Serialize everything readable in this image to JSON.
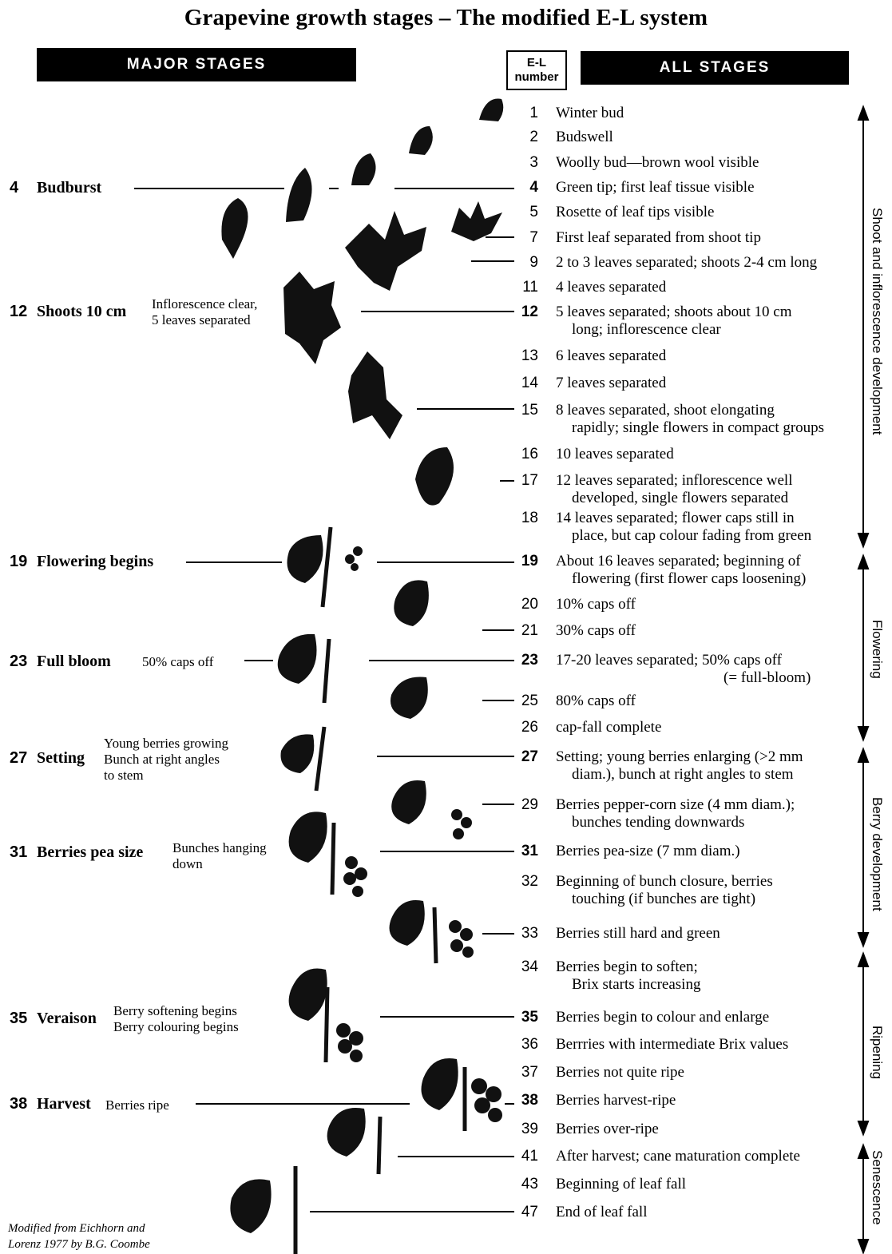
{
  "title": "Grapevine growth stages – The modified E-L system",
  "headers": {
    "major": "MAJOR STAGES",
    "el_line1": "E-L",
    "el_line2": "number",
    "all": "ALL STAGES"
  },
  "major_stages": [
    {
      "num": "4",
      "name": "Budburst",
      "note1": "",
      "note2": "",
      "note3": ""
    },
    {
      "num": "12",
      "name": "Shoots 10 cm",
      "note1": "Inflorescence clear,",
      "note2": "5 leaves separated",
      "note3": ""
    },
    {
      "num": "19",
      "name": "Flowering begins",
      "note1": "",
      "note2": "",
      "note3": ""
    },
    {
      "num": "23",
      "name": "Full bloom",
      "note1": "50% caps off",
      "note2": "",
      "note3": ""
    },
    {
      "num": "27",
      "name": "Setting",
      "note1": "Young berries growing",
      "note2": "Bunch at right angles",
      "note3": "to stem"
    },
    {
      "num": "31",
      "name": "Berries pea size",
      "note1": "Bunches hanging",
      "note2": "down",
      "note3": ""
    },
    {
      "num": "35",
      "name": "Veraison",
      "note1": "Berry softening begins",
      "note2": "Berry colouring begins",
      "note3": ""
    },
    {
      "num": "38",
      "name": "Harvest",
      "note1": "Berries ripe",
      "note2": "",
      "note3": ""
    }
  ],
  "stages": [
    {
      "num": "1",
      "text": "Winter bud",
      "cont": "",
      "major": false
    },
    {
      "num": "2",
      "text": "Budswell",
      "cont": "",
      "major": false
    },
    {
      "num": "3",
      "text": "Woolly bud—brown wool visible",
      "cont": "",
      "major": false
    },
    {
      "num": "4",
      "text": "Green tip; first leaf tissue visible",
      "cont": "",
      "major": true
    },
    {
      "num": "5",
      "text": "Rosette of leaf tips visible",
      "cont": "",
      "major": false
    },
    {
      "num": "7",
      "text": "First leaf separated from shoot tip",
      "cont": "",
      "major": false
    },
    {
      "num": "9",
      "text": "2 to 3 leaves separated; shoots 2-4 cm long",
      "cont": "",
      "major": false
    },
    {
      "num": "11",
      "text": "4 leaves separated",
      "cont": "",
      "major": false
    },
    {
      "num": "12",
      "text": "5 leaves separated; shoots about 10 cm",
      "cont": "long; inflorescence clear",
      "major": true
    },
    {
      "num": "13",
      "text": "6 leaves separated",
      "cont": "",
      "major": false
    },
    {
      "num": "14",
      "text": "7 leaves separated",
      "cont": "",
      "major": false
    },
    {
      "num": "15",
      "text": "8 leaves separated, shoot elongating",
      "cont": "rapidly; single flowers in compact groups",
      "major": false
    },
    {
      "num": "16",
      "text": "10 leaves separated",
      "cont": "",
      "major": false
    },
    {
      "num": "17",
      "text": "12 leaves separated; inflorescence well",
      "cont": "developed, single flowers separated",
      "major": false
    },
    {
      "num": "18",
      "text": "14 leaves separated; flower caps still in",
      "cont": "place, but cap colour fading from green",
      "major": false
    },
    {
      "num": "19",
      "text": "About 16 leaves separated; beginning of",
      "cont": "flowering (first flower caps loosening)",
      "major": true
    },
    {
      "num": "20",
      "text": "10% caps off",
      "cont": "",
      "major": false
    },
    {
      "num": "21",
      "text": "30% caps off",
      "cont": "",
      "major": false
    },
    {
      "num": "23",
      "text": "17-20 leaves separated; 50% caps off",
      "cont": "(= full-bloom)",
      "major": true
    },
    {
      "num": "25",
      "text": "80% caps off",
      "cont": "",
      "major": false
    },
    {
      "num": "26",
      "text": "cap-fall complete",
      "cont": "",
      "major": false
    },
    {
      "num": "27",
      "text": "Setting; young berries enlarging (>2 mm",
      "cont": "diam.), bunch at right angles to stem",
      "major": true
    },
    {
      "num": "29",
      "text": "Berries pepper-corn size (4 mm diam.);",
      "cont": "bunches tending downwards",
      "major": false
    },
    {
      "num": "31",
      "text": "Berries pea-size (7 mm diam.)",
      "cont": "",
      "major": true
    },
    {
      "num": "32",
      "text": "Beginning of bunch closure, berries",
      "cont": "touching (if bunches are tight)",
      "major": false
    },
    {
      "num": "33",
      "text": "Berries still hard and green",
      "cont": "",
      "major": false
    },
    {
      "num": "34",
      "text": "Berries begin to soften;",
      "cont": "Brix starts increasing",
      "major": false
    },
    {
      "num": "35",
      "text": "Berries begin to colour and enlarge",
      "cont": "",
      "major": true
    },
    {
      "num": "36",
      "text": "Berrries with intermediate Brix values",
      "cont": "",
      "major": false
    },
    {
      "num": "37",
      "text": "Berries not quite ripe",
      "cont": "",
      "major": false
    },
    {
      "num": "38",
      "text": "Berries harvest-ripe",
      "cont": "",
      "major": true
    },
    {
      "num": "39",
      "text": "Berries over-ripe",
      "cont": "",
      "major": false
    },
    {
      "num": "41",
      "text": "After harvest; cane maturation complete",
      "cont": "",
      "major": false
    },
    {
      "num": "43",
      "text": "Beginning of leaf fall",
      "cont": "",
      "major": false
    },
    {
      "num": "47",
      "text": "End of leaf fall",
      "cont": "",
      "major": false
    }
  ],
  "phases": [
    {
      "label": "Shoot and inflorescence development"
    },
    {
      "label": "Flowering"
    },
    {
      "label": "Berry development"
    },
    {
      "label": "Ripening"
    },
    {
      "label": "Senescence"
    }
  ],
  "footnote": {
    "line1": "Modified from Eichhorn and",
    "line2": "Lorenz 1977 by B.G. Coombe"
  }
}
